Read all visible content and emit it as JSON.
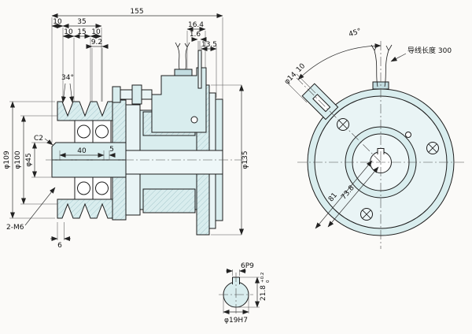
{
  "meta": {
    "background": "#fbfaf8",
    "part_fill": "#d9edee",
    "part_fill_light": "#e9f4f5",
    "line_color": "#1c1c1c"
  },
  "side_view": {
    "dim_overall": "155",
    "dim_10a": "10",
    "dim_35": "35",
    "dim_10b": "10",
    "dim_15": "15",
    "dim_10c": "10",
    "dim_9_2": "9.2",
    "dim_16_4": "16.4",
    "dim_1_6": "1.6",
    "dim_13_5": "13.5",
    "angle_groove": "34°",
    "dia_109": "φ109",
    "dia_100": "φ100",
    "dia_45": "φ45",
    "chamfer": "C2",
    "dim_40": "40",
    "dim_5": "5",
    "thread_note": "2-M6",
    "dim_6": "6",
    "dia_135": "φ135"
  },
  "front_view": {
    "angle_45": "45°",
    "wire_note": "导线长度 300",
    "tab_dia": "φ14",
    "tab_width": "10",
    "dim_73_8": "73.8",
    "dim_81": "81"
  },
  "shaft_detail": {
    "keyway_width": "6P9",
    "keyway_height": "21.8",
    "tol_upper": "+0.2",
    "tol_lower": "0",
    "bore": "φ19H7"
  }
}
